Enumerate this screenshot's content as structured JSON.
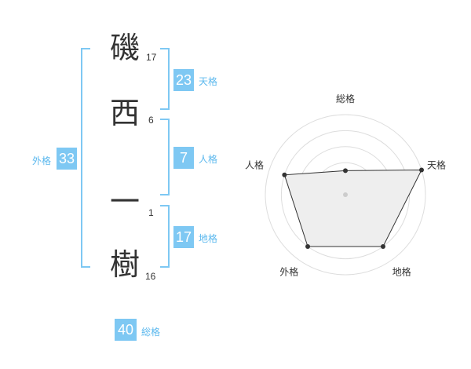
{
  "name_chars": [
    {
      "char": "磯",
      "strokes": "17"
    },
    {
      "char": "西",
      "strokes": "6"
    },
    {
      "char": "一",
      "strokes": "1"
    },
    {
      "char": "樹",
      "strokes": "16"
    }
  ],
  "kakusu": {
    "tenkaku": {
      "value": "23",
      "label": "天格"
    },
    "jinkaku": {
      "value": "7",
      "label": "人格"
    },
    "chikaku": {
      "value": "17",
      "label": "地格"
    },
    "gaikaku": {
      "value": "33",
      "label": "外格"
    },
    "soukaku": {
      "value": "40",
      "label": "総格"
    }
  },
  "accent_color": "#7ec8f3",
  "radar": {
    "axes": [
      "総格",
      "天格",
      "地格",
      "外格",
      "人格"
    ],
    "levels": 5,
    "values": [
      1.5,
      5,
      4,
      4,
      4
    ]
  }
}
